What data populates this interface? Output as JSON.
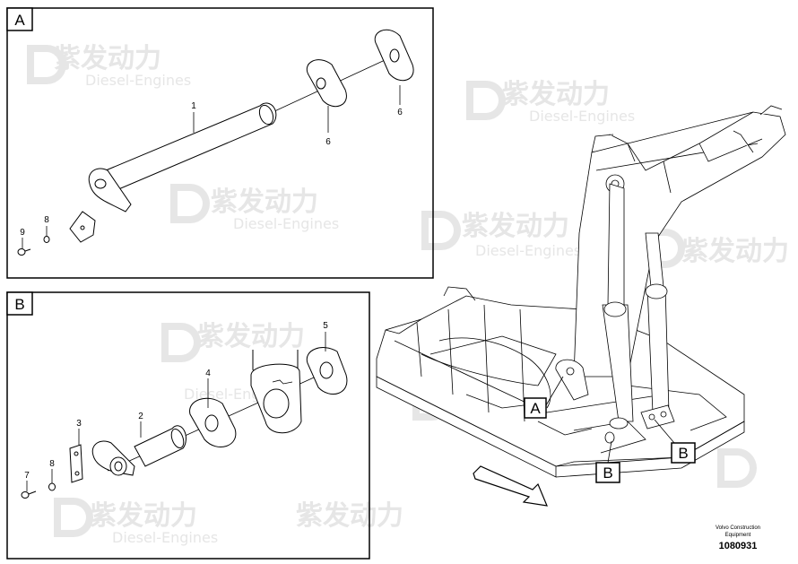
{
  "panels": [
    {
      "id": "A",
      "label": "A"
    },
    {
      "id": "B",
      "label": "B"
    }
  ],
  "callouts_a": {
    "c1": "1",
    "c6a": "6",
    "c6b": "6",
    "c8": "8",
    "c9": "9"
  },
  "callouts_b": {
    "c2": "2",
    "c3": "3",
    "c4": "4",
    "c5": "5",
    "c7": "7",
    "c8": "8"
  },
  "main_view": {
    "tag_a": "A",
    "tag_b1": "B",
    "tag_b2": "B"
  },
  "footer": {
    "line1": "Volvo Construction",
    "line2": "Equipment",
    "number": "1080931"
  },
  "watermark": {
    "text": "紫发动力",
    "sub": "Diesel-Engines"
  },
  "colors": {
    "line": "#000000",
    "watermark": "#e6e6e6",
    "frame": "#000000"
  }
}
